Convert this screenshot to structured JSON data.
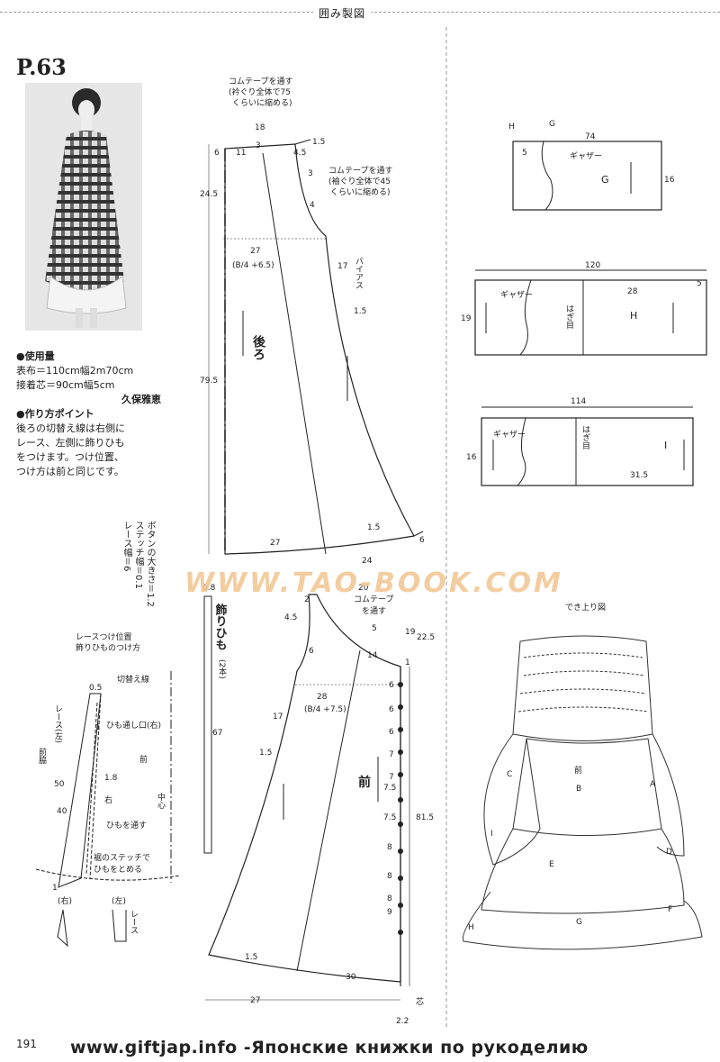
{
  "header": "囲み製図",
  "page_label": "P.63",
  "materials": {
    "heading": "●使用量",
    "line1": "表布＝110cm幅2m70cm",
    "line2": "接着芯＝90cm幅5cm",
    "author": "久保雅恵"
  },
  "points": {
    "heading": "●作り方ポイント",
    "text1": "後ろの切替え線は右側に",
    "text2": "レース、左側に飾りひも",
    "text3": "をつけます。つけ位置、",
    "text4": "つけ方は前と同じです。"
  },
  "size_note": {
    "button": "ボタンの大きさ＝1.2",
    "stitch": "ステッチ幅＝0.1",
    "lace": "レース幅＝6"
  },
  "back": {
    "label": "後ろ",
    "elastic_note1": "コムテープを通す",
    "elastic_note2": "(衿ぐり全体で75",
    "elastic_note3": "くらいに縮める)",
    "arm_note1": "コムテープを通す",
    "arm_note2": "(袖ぐり全体で45",
    "arm_note3": "くらいに縮める)",
    "bias": "バイアス",
    "dims": {
      "w18": "18",
      "d6": "6",
      "d11": "11",
      "d3": "3",
      "d45": "4.5",
      "d15": "1.5",
      "d245": "24.5",
      "d27": "27",
      "frac": "(B/4 +6.5)",
      "d3b": "3",
      "d4": "4",
      "d17": "17",
      "d15b": "1.5",
      "d795": "79.5",
      "d27b": "27",
      "d15c": "1.5",
      "d6b": "6",
      "d24": "24"
    }
  },
  "front": {
    "label": "前",
    "elastic": "コムテープ",
    "elastic2": "を通す",
    "dims": {
      "d2": "2",
      "d20": "20",
      "d45": "4.5",
      "d5": "5",
      "d19": "19",
      "d225": "22.5",
      "d6": "6",
      "d14": "14",
      "d1": "1",
      "d28": "28",
      "frac": "(B/4 +7.5)",
      "d17": "17",
      "d15": "1.5",
      "d815": "81.5",
      "d15b": "1.5",
      "d30": "30",
      "d27": "27",
      "core": "芯",
      "d22": "2.2"
    },
    "buttons": [
      "6",
      "6",
      "6",
      "7",
      "7",
      "7.5",
      "7.5",
      "8",
      "8",
      "8",
      "9"
    ]
  },
  "tie": {
    "label": "飾りひも",
    "count": "(2本)",
    "w": "0.8",
    "len": "67"
  },
  "detail": {
    "title1": "レースつけ位置",
    "title2": "飾りひものつけ方",
    "switch": "切替え線",
    "lace_left": "レース(左)",
    "side": "前脇",
    "hole": "ひも通し口(右)",
    "front": "前",
    "right": "右",
    "through": "ひもを通す",
    "hem1": "裾のステッチで",
    "hem2": "ひもをとめる",
    "center": "中心",
    "d05": "0.5",
    "d1": "1",
    "d18": "1.8",
    "d50": "50",
    "d40": "40",
    "d1b": "1",
    "r": "(右)",
    "l": "(左)",
    "lace": "レース"
  },
  "tiers": {
    "g": {
      "h": "H",
      "g": "G",
      "w": "74",
      "h5": "5",
      "gather": "ギャザー",
      "label": "G",
      "height": "16"
    },
    "h": {
      "w": "120",
      "w28": "28",
      "h5": "5",
      "gather": "ギャザー",
      "seam": "はぎ目",
      "label": "H",
      "height": "19"
    },
    "i": {
      "w": "114",
      "gather": "ギャザー",
      "seam": "はぎ目",
      "label": "I",
      "height": "16",
      "w315": "31.5"
    }
  },
  "finished": {
    "title": "でき上り図",
    "labels": [
      "前",
      "A",
      "B",
      "C",
      "D",
      "E",
      "F",
      "G",
      "H",
      "I"
    ]
  },
  "watermark": "WWW.TAO-BOOK.COM",
  "page_number": "191",
  "footer": "www.giftjap.info -Японские книжки по рукоделию"
}
